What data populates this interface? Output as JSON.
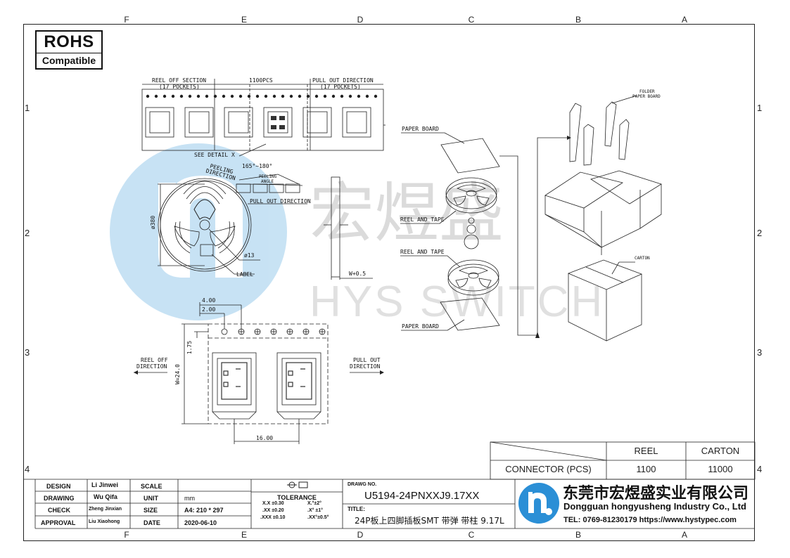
{
  "zones": {
    "letters": [
      "F",
      "E",
      "D",
      "C",
      "B",
      "A"
    ],
    "numbers": [
      "1",
      "2",
      "3",
      "4"
    ]
  },
  "rohs": {
    "line1": "ROHS",
    "line2": "Compatible"
  },
  "reel_strip": {
    "reel_off_section": "REEL OFF SECTION",
    "reel_off_pockets": "(17 POCKETS)",
    "pcs": "1100PCS",
    "pull_out_direction": "PULL OUT DIRECTION",
    "pull_out_pockets": "(17 POCKETS)",
    "see_detail": "SEE DETAIL X"
  },
  "reel_view": {
    "angle": "165°~180°",
    "peeling_direction_1": "PEELING",
    "peeling_direction_2": "DIRECTION",
    "peeling_angle_1": "PEELING",
    "peeling_angle_2": "ANGLE",
    "pull_out_direction": "PULL OUT DIRECTION",
    "diameter": "ø380",
    "hub": "ø13",
    "label": "LABEL",
    "width": "W+0.5"
  },
  "detail_x": {
    "dim_4": "4.00",
    "dim_2": "2.00",
    "dim_175": "1.75",
    "dim_w": "W=24.0",
    "dim_16": "16.00",
    "reel_off_1": "REEL OFF",
    "reel_off_2": "DIRECTION",
    "pull_out_1": "PULL OUT",
    "pull_out_2": "DIRECTION"
  },
  "packaging": {
    "paper_board_top": "PAPER BOARD",
    "reel_and_tape_1": "REEL AND TAPE",
    "reel_and_tape_2": "REEL AND TAPE",
    "paper_board_bottom": "PAPER BOARD",
    "folder_1": "FOLDER",
    "folder_2": "PAPER BOARD",
    "carton": "CARTON"
  },
  "watermark": {
    "cn": "宏煜盛",
    "en": "HYS SWITCH"
  },
  "qty_table": {
    "col_reel": "REEL",
    "col_carton": "CARTON",
    "row_label": "CONNECTOR (PCS)",
    "reel_value": "1100",
    "carton_value": "11000"
  },
  "title_block": {
    "design_label": "DESIGN",
    "design_value": "Li Jinwei",
    "drawing_label": "DRAWING",
    "drawing_value": "Wu Qifa",
    "check_label": "CHECK",
    "check_value": "Zheng Jinxian",
    "approval_label": "APPROVAL",
    "approval_value": "Liu Xiaohong",
    "scale_label": "SCALE",
    "scale_value": "",
    "unit_label": "UNIT",
    "unit_value": "mm",
    "size_label": "SIZE",
    "size_value": "A4: 210 * 297",
    "date_label": "DATE",
    "date_value": "2020-06-10",
    "tolerance_title": "TOLERANCE",
    "tol_r1a": "X.X  ±0.30",
    "tol_r1b": "X.°±2°",
    "tol_r2a": ".XX  ±0.20",
    "tol_r2b": ".X° ±1°",
    "tol_r3a": ".XXX  ±0.10",
    "tol_r3b": ".XX°±0.5°",
    "drawing_no_label": "DRAWG NO.",
    "drawing_no": "U5194-24PNXXJ9.17XX",
    "title_label": "TITLE:",
    "title_value": "24P板上四脚插板SMT 带弹 带柱 9.17L"
  },
  "company": {
    "name_cn": "东莞市宏煜盛实业有限公司",
    "name_en": "Dongguan hongyusheng Industry Co., Ltd",
    "contact": "TEL: 0769-81230179  https://www.hystypec.com"
  },
  "colors": {
    "watermark_blue": "#3a9ad9",
    "logo_blue": "#2b8fd6",
    "line": "#222222"
  }
}
